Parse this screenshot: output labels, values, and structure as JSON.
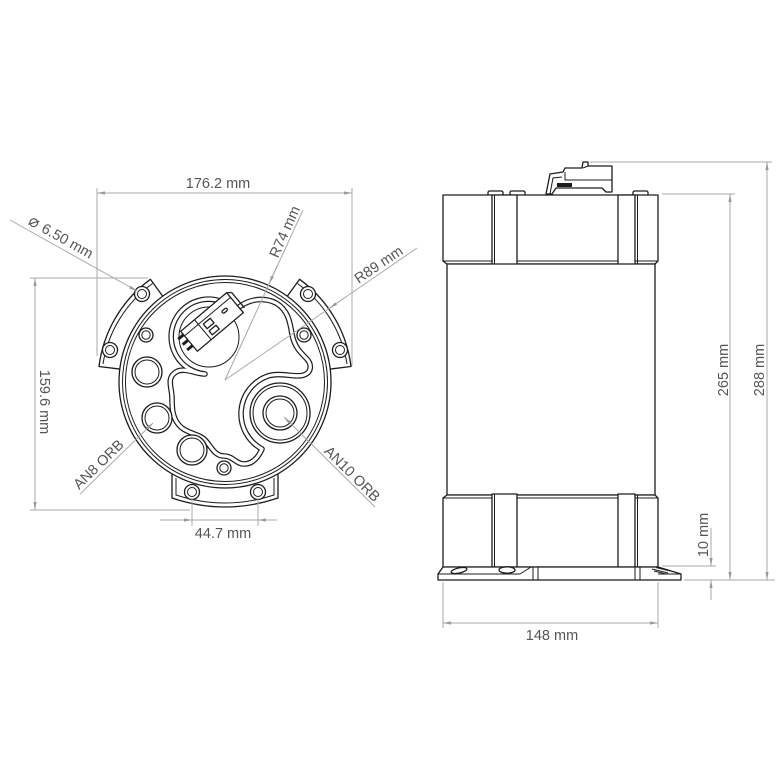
{
  "drawing": {
    "front_view": {
      "overall_width": "176.2 mm",
      "overall_height": "159.6 mm",
      "mount_hole": {
        "symbol": "⌀",
        "value": "6.50 mm"
      },
      "inner_radius": "R74 mm",
      "outer_radius": "R89 mm",
      "port_left": "AN8 ORB",
      "port_right": "AN10 ORB",
      "bottom_hole_spacing": "44.7 mm"
    },
    "side_view": {
      "base_width": "148 mm",
      "body_height": "265 mm",
      "overall_height": "288 mm",
      "flange_thickness": "10 mm"
    }
  },
  "colors": {
    "line": "#1c1c1c",
    "dimension": "#a9a9a9",
    "text": "#555555",
    "background": "#ffffff"
  }
}
